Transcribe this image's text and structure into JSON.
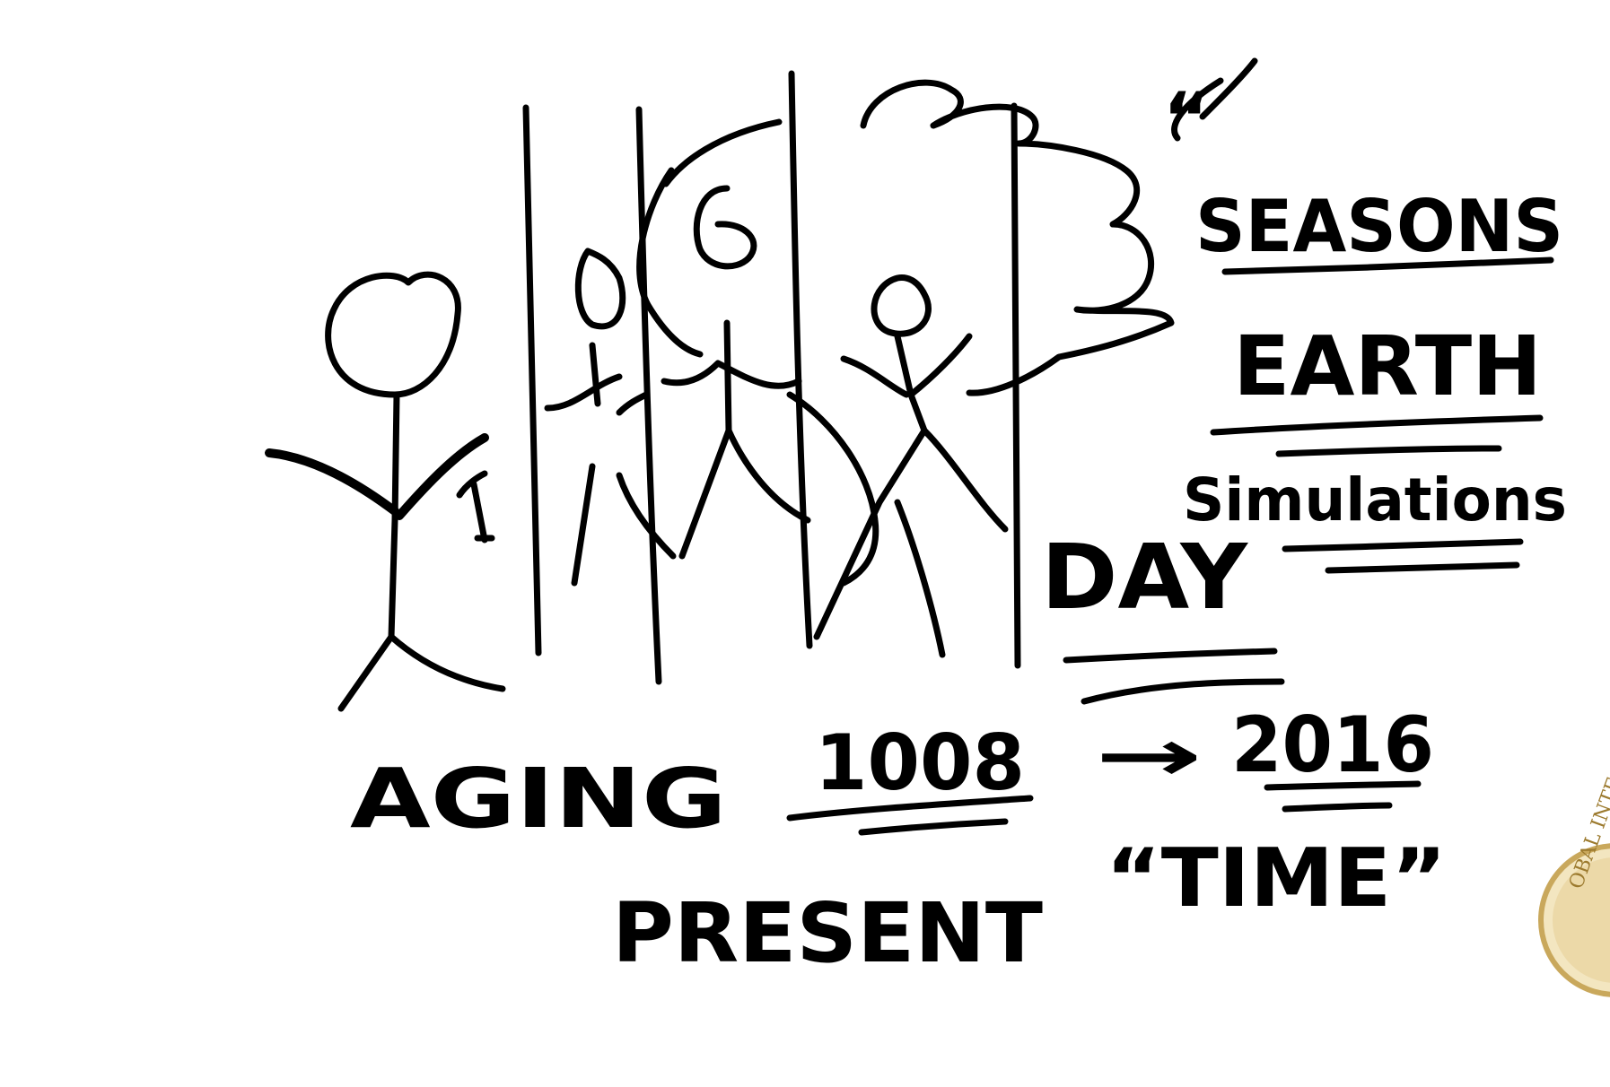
{
  "words": {
    "quote_open": "“",
    "seasons": "SEASONS",
    "earth": "EARTH",
    "simulations": "Simulations",
    "day": "DAY",
    "aging": "AGING",
    "year_from": "1008",
    "arrow": "→",
    "year_to": "2016",
    "present": "PRESENT",
    "time": "“TIME”"
  },
  "seal": {
    "text": "OBAL INTE"
  },
  "ink_color": "#000000",
  "seal_color": "#ecd9a8"
}
